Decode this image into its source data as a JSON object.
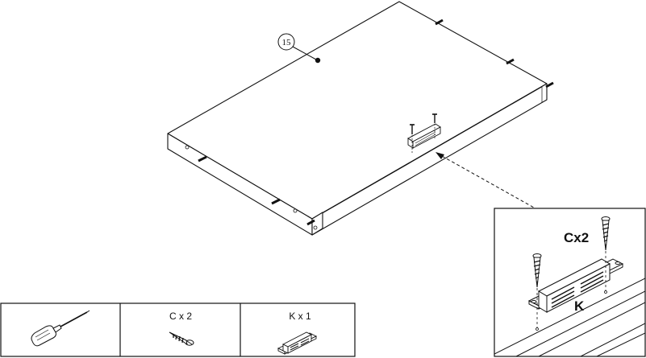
{
  "main_view": {
    "part_callout": "15"
  },
  "detail_view": {
    "screw_label": "Cx2",
    "latch_label": "K"
  },
  "parts_legend": {
    "cells": [
      {
        "id": "screwdriver",
        "label": "",
        "icon": "screwdriver-icon"
      },
      {
        "id": "screws",
        "label": "C x 2",
        "icon": "screw-icon"
      },
      {
        "id": "latch",
        "label": "K x 1",
        "icon": "magnetic-latch-icon"
      }
    ]
  }
}
